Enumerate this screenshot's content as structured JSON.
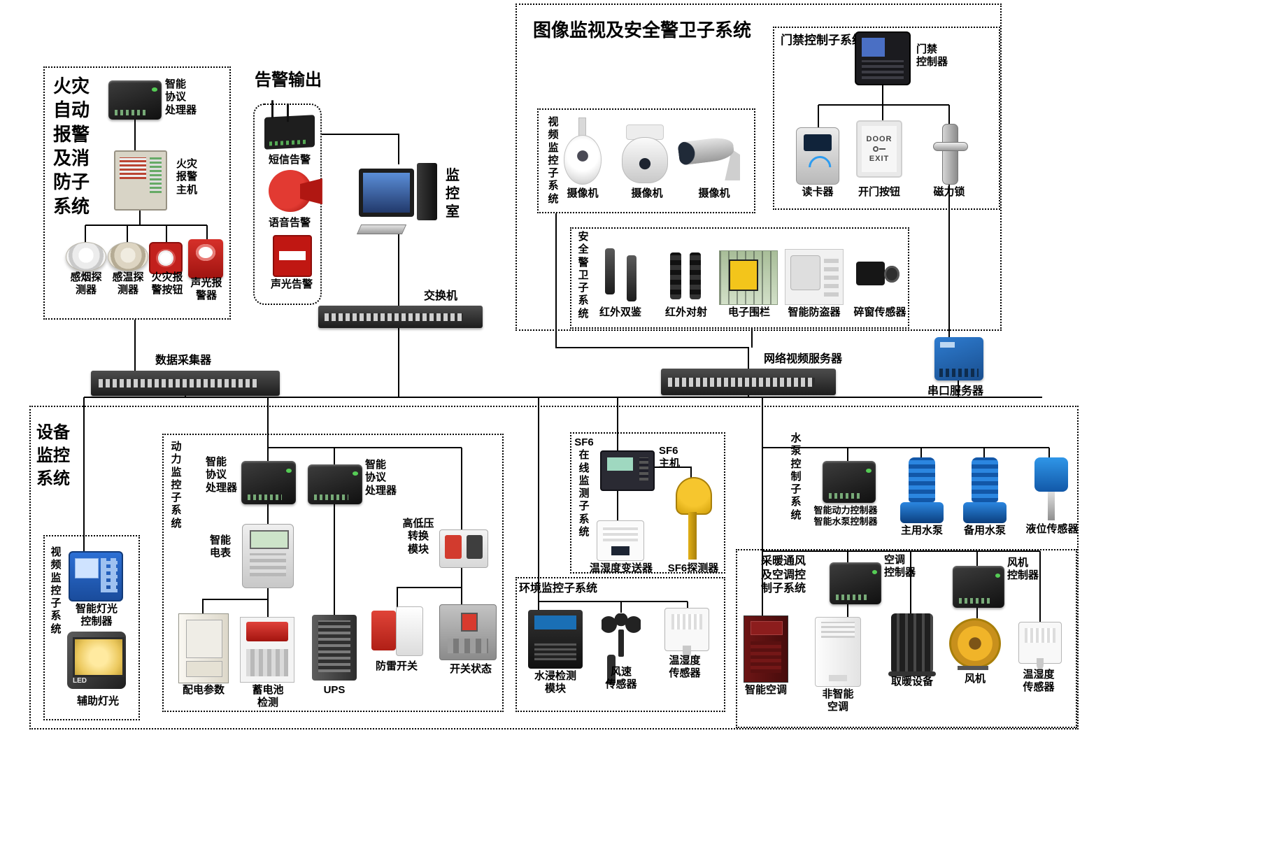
{
  "fire": {
    "title": "火灾\n自动\n报警\n及消\n防子\n系统",
    "protocol": "智能\n协议\n处理器",
    "host": "火灾\n报警\n主机",
    "smoke": "感烟探\n测器",
    "heat": "感温探\n测器",
    "button": "火灾报\n警按钮",
    "sounder": "声光报\n警器"
  },
  "alarm_out": {
    "title": "告警输出",
    "sms": "短信告警",
    "voice": "语音告警",
    "sound_light": "声光告警"
  },
  "control_room": {
    "room": "监\n控\n室",
    "switch": "交换机"
  },
  "surveillance": {
    "title": "图像监视及安全警卫子系统",
    "video": {
      "title": "视\n频\n监\n控\n子\n系\n统",
      "cam1": "摄像机",
      "cam2": "摄像机",
      "cam3": "摄像机"
    },
    "access": {
      "title": "门禁控制子系统",
      "controller": "门禁\n控制器",
      "reader": "读卡器",
      "button": "开门按钮",
      "button_top": "DOOR",
      "button_bottom": "EXIT",
      "lock": "磁力锁"
    },
    "security": {
      "title": "安\n全\n警\n卫\n子\n系\n统",
      "ir_dual": "红外双鉴",
      "ir_beam": "红外对射",
      "fence": "电子围栏",
      "anti_theft": "智能防盗器",
      "glass_break": "碎窗传感器"
    }
  },
  "backbone": {
    "collector": "数据采集器",
    "nvr": "网络视频服务器",
    "serial": "串口服务器"
  },
  "equipment": {
    "title": "设备\n监控\n系统",
    "video": {
      "title": "视\n频\n监\n控\n子\n系\n统",
      "light_ctrl": "智能灯光\n控制器",
      "aux_light": "辅助灯光",
      "led": "LED"
    },
    "power": {
      "title": "动\n力\n监\n控\n子\n系\n统",
      "protocol_left": "智能\n协议\n处理器",
      "protocol_right": "智能\n协议\n处理器",
      "meter": "智能\n电表",
      "hv_module": "高低压\n转换\n模块",
      "dist": "配电参数",
      "battery": "蓄电池\n检测",
      "ups": "UPS",
      "spd": "防雷开关",
      "breaker": "开关状态"
    },
    "sf6": {
      "title": "SF6\n在\n线\n监\n测\n子\n系\n统",
      "host": "SF6\n主机",
      "transmitter": "温湿度变送器",
      "detector": "SF6探测器"
    },
    "env": {
      "title": "环境监控子系统",
      "water": "水浸检测\n模块",
      "wind": "风速\n传感器",
      "th": "温湿度\n传感器"
    },
    "pump": {
      "title": "水\n泵\n控\n制\n子\n系\n统",
      "controller": "智能动力控制器\n智能水泵控制器",
      "main": "主用水泵",
      "backup": "备用水泵",
      "level": "液位传感器"
    },
    "hvac": {
      "title": "采暖通风\n及空调控\n制子系统",
      "ac_ctrl": "空调\n控制器",
      "fan_ctrl": "风机\n控制器",
      "smart_ac": "智能空调",
      "plain_ac": "非智能\n空调",
      "heater": "取暖设备",
      "fan": "风机",
      "th": "温湿度\n传感器"
    }
  }
}
